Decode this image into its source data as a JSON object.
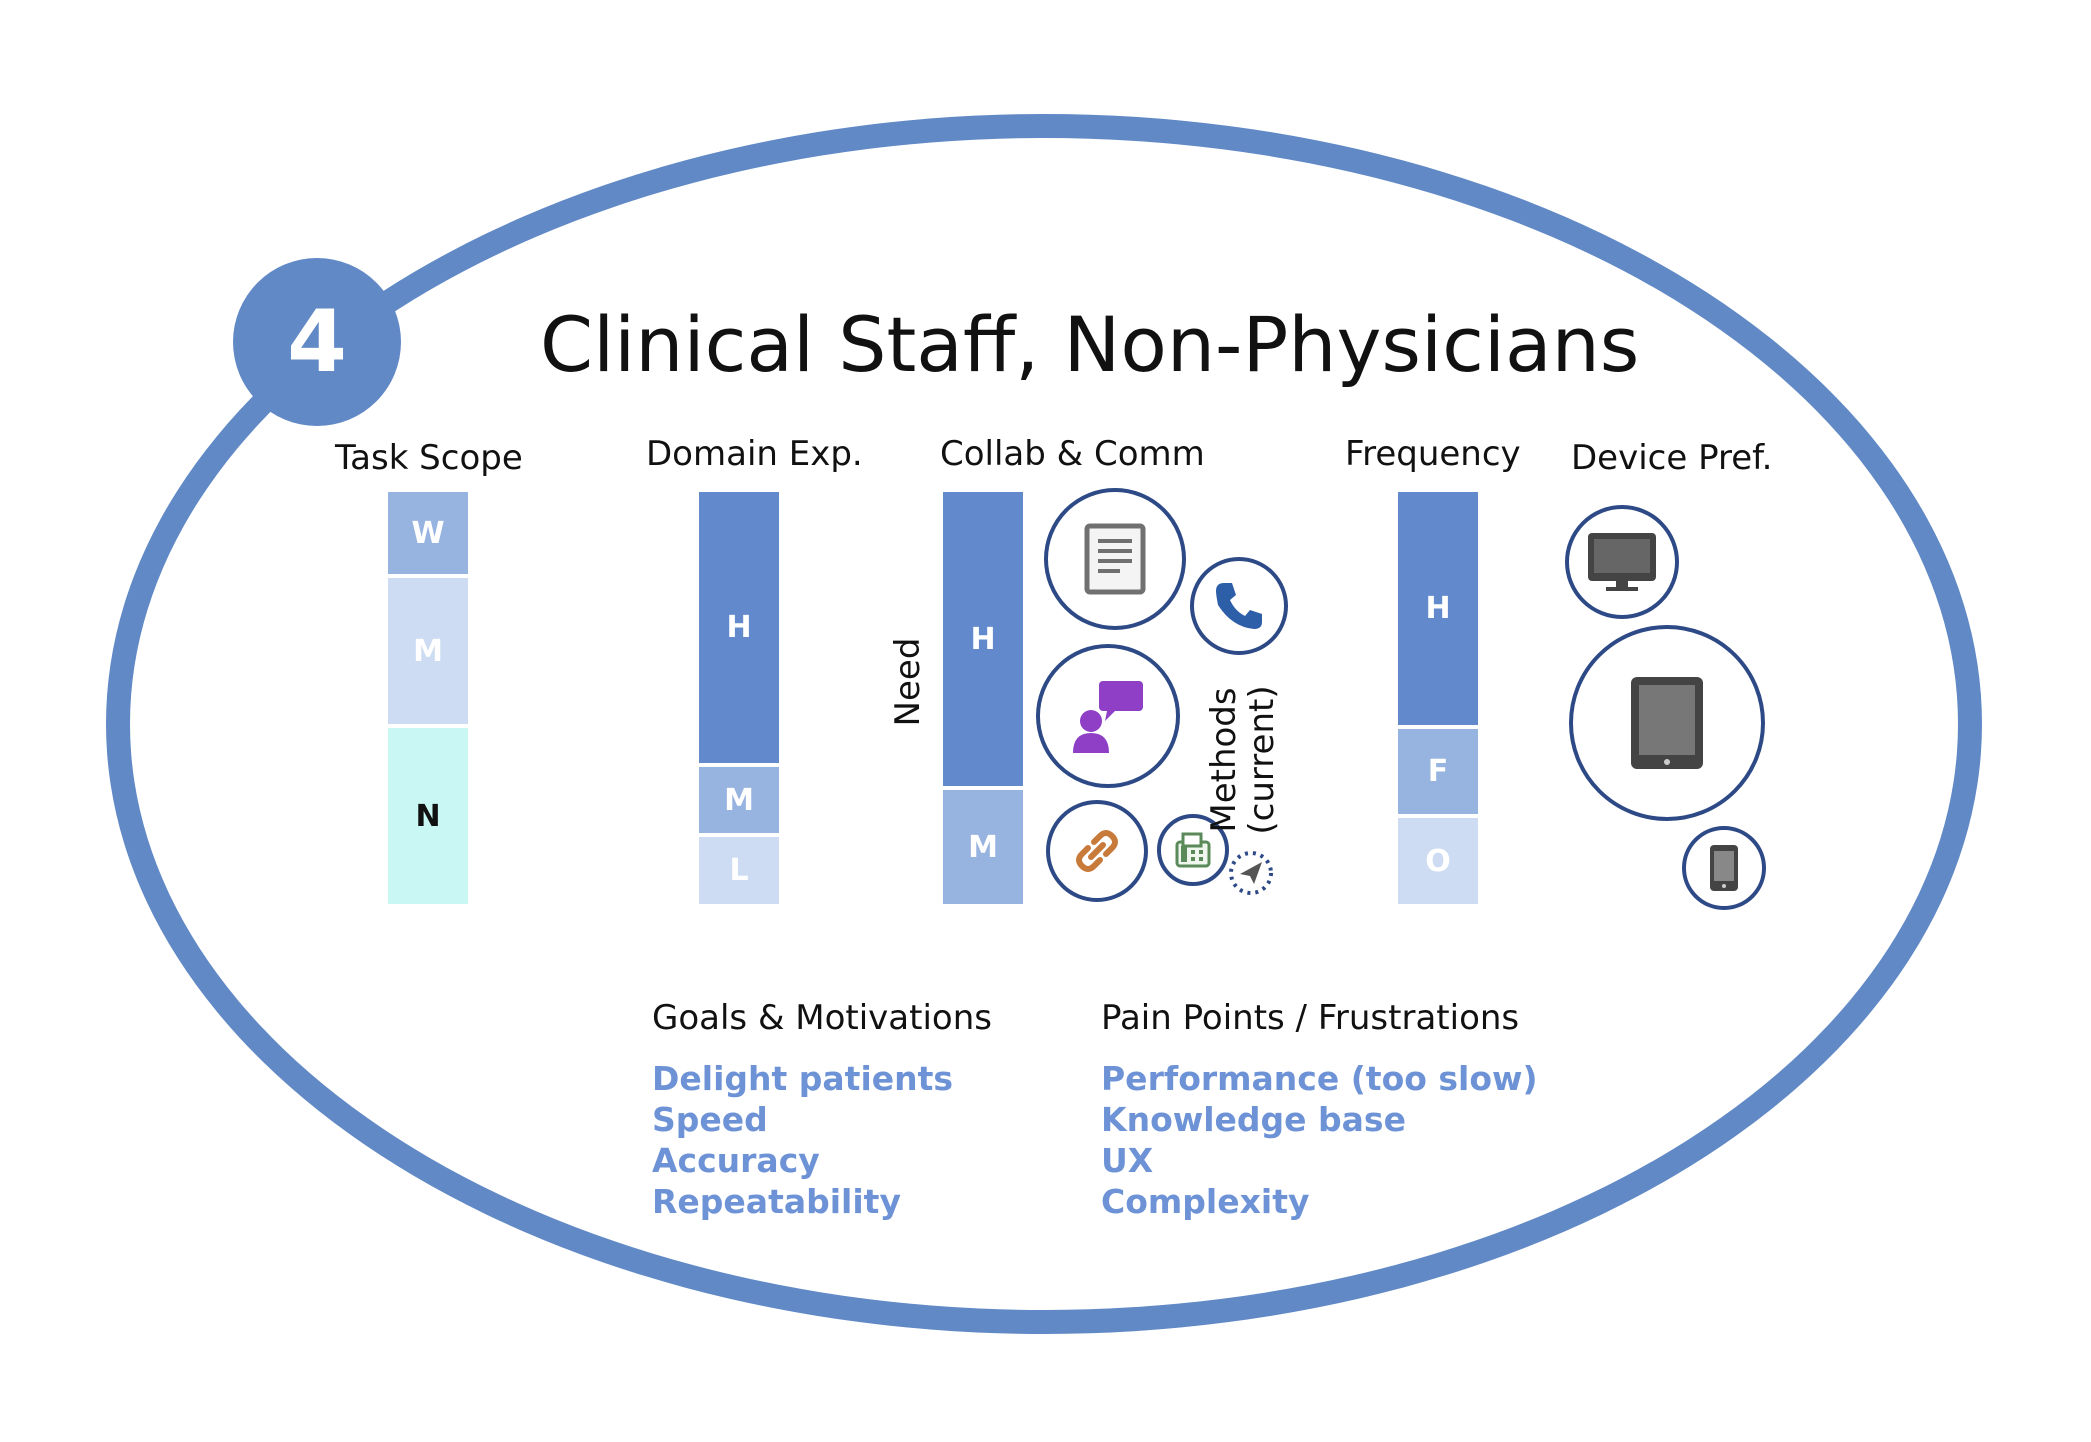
{
  "persona": {
    "number": "4",
    "title": "Clinical Staff, Non-Physicians"
  },
  "task_scope": {
    "label": "Task Scope",
    "levels": [
      "W",
      "M",
      "N"
    ]
  },
  "domain_exp": {
    "label": "Domain Exp.",
    "levels": [
      "H",
      "M",
      "L"
    ]
  },
  "collab": {
    "label": "Collab & Comm",
    "need_label": "Need",
    "levels": [
      "H",
      "M"
    ],
    "methods_label_1": "Methods",
    "methods_label_2": "(current)",
    "methods": [
      "document-icon",
      "phone-icon",
      "chat-icon",
      "link-icon",
      "fax-icon",
      "send-icon"
    ]
  },
  "frequency": {
    "label": "Frequency",
    "levels": [
      "H",
      "F",
      "O"
    ]
  },
  "device_pref": {
    "label": "Device Pref.",
    "devices": [
      "monitor-icon",
      "tablet-icon",
      "phone-device-icon"
    ]
  },
  "goals": {
    "heading": "Goals & Motivations",
    "items": [
      "Delight patients",
      "Speed",
      "Accuracy",
      "Repeatability"
    ]
  },
  "pain_points": {
    "heading": "Pain Points / Frustrations",
    "items": [
      "Performance (too slow)",
      "Knowledge base",
      "UX",
      "Complexity"
    ]
  },
  "colors": {
    "accent": "#6189c6",
    "dark_navy": "#2d4a86",
    "bar_high": "#6189cc",
    "bar_mid": "#97b3e0",
    "bar_low": "#cddcf2",
    "bar_cyan": "#c9f7f4",
    "list_text": "#6d93d6"
  }
}
